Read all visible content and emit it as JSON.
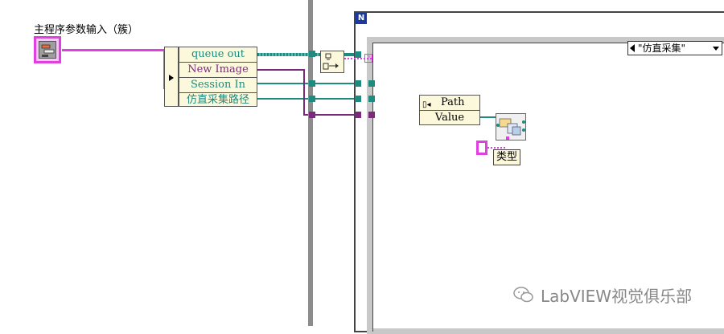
{
  "cluster": {
    "label": "主程序参数输入（簇）"
  },
  "unbundle": {
    "fields": [
      {
        "label": "queue out",
        "color": "#1f8a7f"
      },
      {
        "label": "New Image",
        "color": "#7a2a7a"
      },
      {
        "label": "Session In",
        "color": "#1f8a7f"
      },
      {
        "label": "仿直采集路径",
        "color": "#1f8a7f"
      }
    ]
  },
  "while_loop": {
    "iteration_terminal": "N"
  },
  "case_selector": {
    "value": "\"仿直采集\""
  },
  "property_node": {
    "property": "Path",
    "value_label": "Value"
  },
  "type_label": "类型",
  "watermark": {
    "text": "LabVIEW视觉俱乐部"
  },
  "colors": {
    "cluster_wire": "#e040e0",
    "refnum_wire": "#1f8a7f",
    "image_wire": "#7a2a7a"
  }
}
